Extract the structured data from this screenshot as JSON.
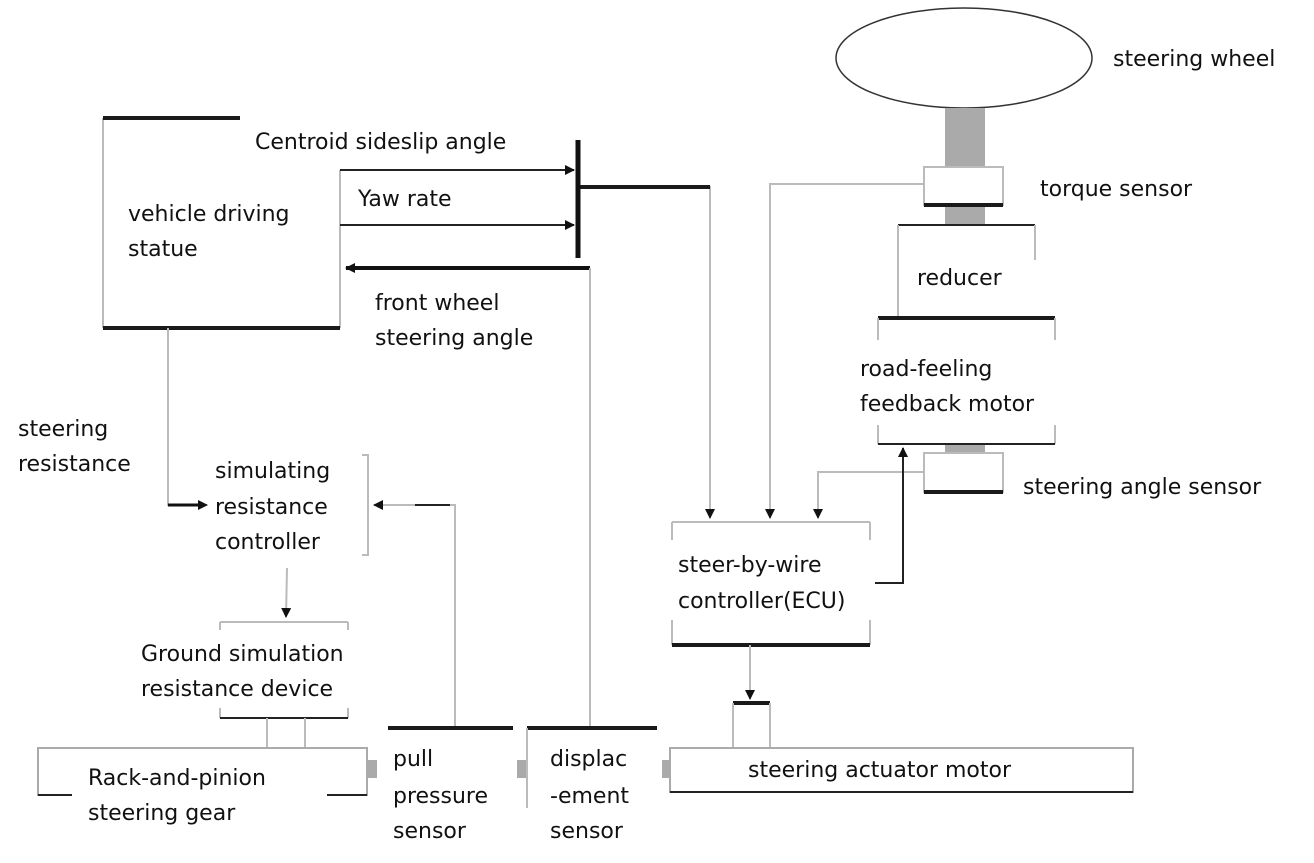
{
  "labels": {
    "steering_wheel": "steering wheel",
    "torque_sensor": "torque sensor",
    "reducer": "reducer",
    "road_feeling_1": "road-feeling",
    "road_feeling_2": "feedback motor",
    "steering_angle_sensor": "steering angle sensor",
    "ecu_1": "steer-by-wire",
    "ecu_2": "controller(ECU)",
    "actuator": "steering actuator motor",
    "vehicle_1": "vehicle driving",
    "vehicle_2": "statue",
    "centroid": "Centroid sideslip angle",
    "yaw": "Yaw rate",
    "front_wheel_1": "front wheel",
    "front_wheel_2": "steering angle",
    "steering_res_1": "steering",
    "steering_res_2": "resistance",
    "sim_ctrl_1": "simulating",
    "sim_ctrl_2": "resistance",
    "sim_ctrl_3": "controller",
    "ground_1": "Ground simulation",
    "ground_2": "resistance device",
    "rack_1": "Rack-and-pinion",
    "rack_2": "steering gear",
    "pull_1": "pull",
    "pull_2": "pressure",
    "pull_3": "sensor",
    "disp_1": "displac",
    "disp_2": "-ement",
    "disp_3": "sensor"
  }
}
